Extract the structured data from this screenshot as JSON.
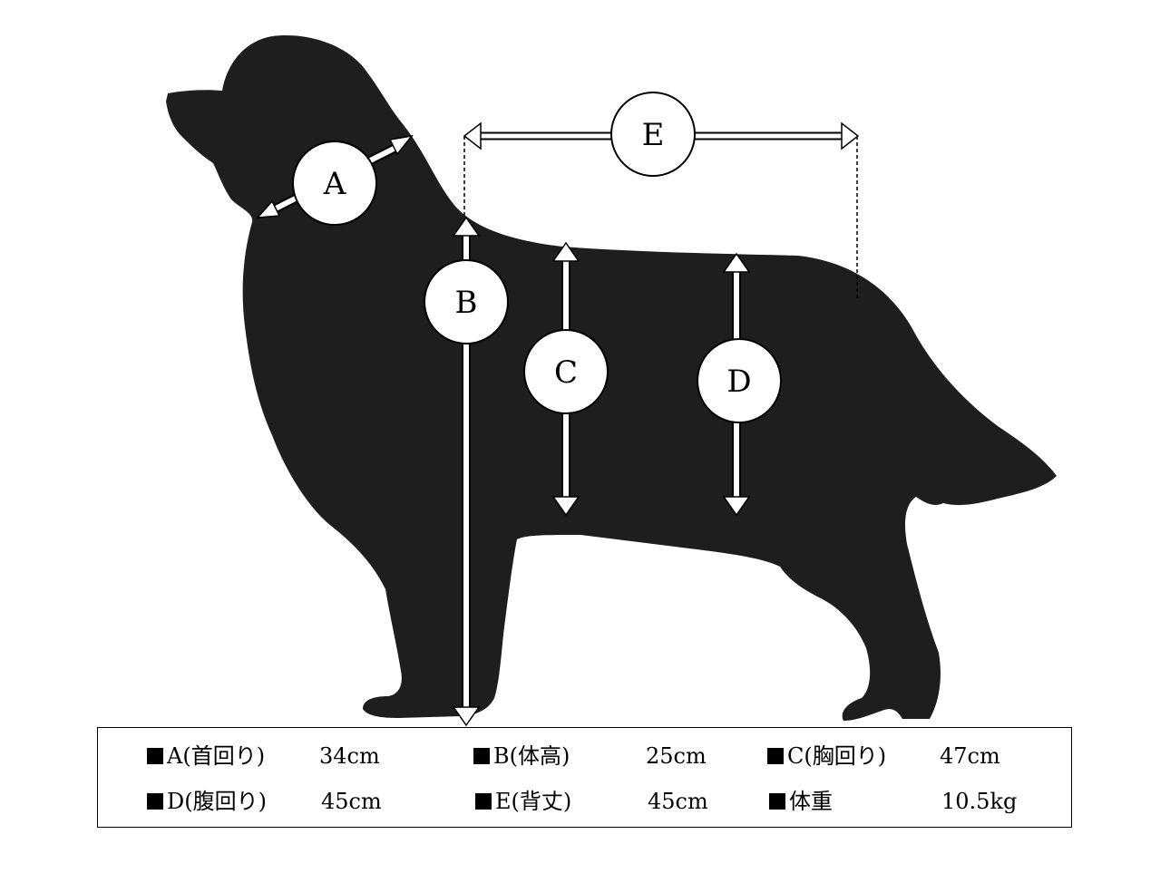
{
  "markers": {
    "A": "A",
    "B": "B",
    "C": "C",
    "D": "D",
    "E": "E"
  },
  "measurements": [
    {
      "label": "A(首回り)",
      "value": "34cm"
    },
    {
      "label": "B(体高)",
      "value": "25cm"
    },
    {
      "label": "C(胸回り)",
      "value": "47cm"
    },
    {
      "label": "D(腹回り)",
      "value": "45cm"
    },
    {
      "label": "E(背丈)",
      "value": "45cm"
    },
    {
      "label": "体重",
      "value": "10.5kg"
    }
  ],
  "colors": {
    "silhouette": "#1e1e1e",
    "arrow_fill": "#ffffff",
    "outline": "#000000"
  }
}
